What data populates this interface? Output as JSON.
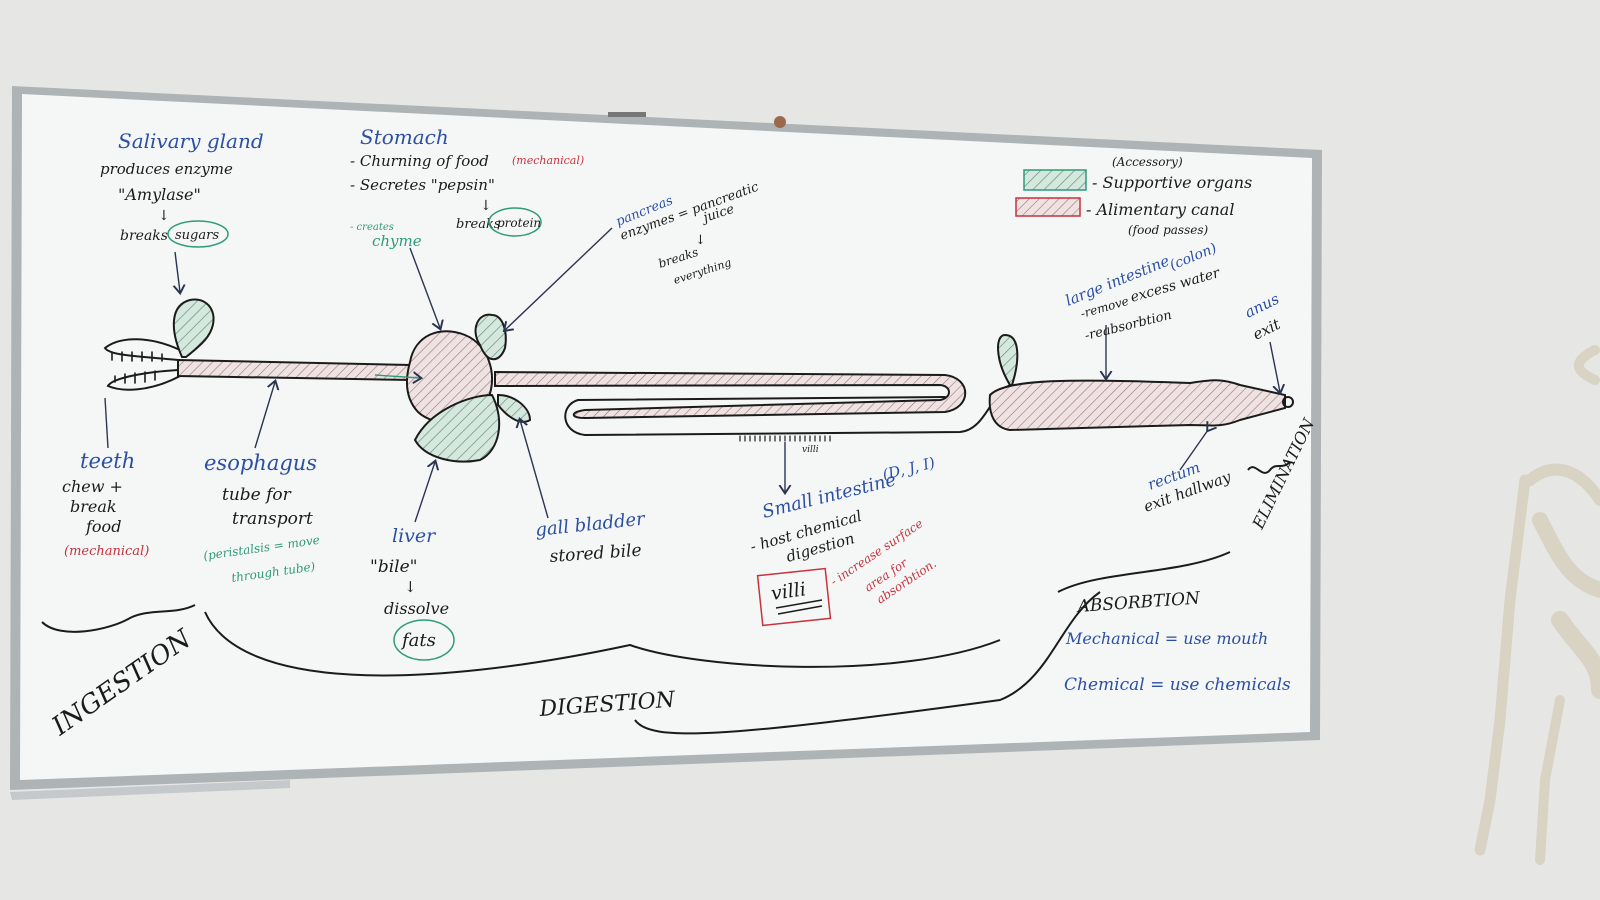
{
  "colors": {
    "wall": "#e4e4e2",
    "board": "#f6f8f8",
    "frame": "#b9bdbf",
    "ink_black": "#1b1b1b",
    "ink_blue": "#2b4fa3",
    "ink_green": "#2f9a7a",
    "ink_red": "#c8323c",
    "accessory_fill": "#b8d8c8",
    "canal_fill": "#e9c9c9"
  },
  "legend": {
    "accessory": "(Accessory)",
    "supportive": "- Supportive organs",
    "alimentary": "- Alimentary canal",
    "food_passes": "(food passes)"
  },
  "salivary": {
    "title": "Salivary gland",
    "line1": "produces enzyme",
    "line2": "\"Amylase\"",
    "arrow": "↓",
    "breaks": "breaks",
    "sugars": "sugars"
  },
  "stomach": {
    "title": "Stomach",
    "line1": "- Churning of food",
    "mechanical": "(mechanical)",
    "line2": "- Secretes \"pepsin\"",
    "arrow": "↓",
    "breaks": "breaks",
    "protein": "protein",
    "creates": "- creates",
    "chyme": "chyme"
  },
  "pancreas": {
    "title": "pancreas",
    "line1": "enzymes = pancreatic",
    "line2": "juice",
    "arrow": "↓",
    "line3": "breaks",
    "line4": "everything"
  },
  "teeth": {
    "title": "teeth",
    "line1": "chew +",
    "line2": "break",
    "line3": "food",
    "mechanical": "(mechanical)"
  },
  "esophagus": {
    "title": "esophagus",
    "line1": "tube for",
    "line2": "transport",
    "note1": "(peristalsis = move",
    "note2": "through tube)"
  },
  "liver": {
    "title": "liver",
    "bile": "\"bile\"",
    "arrow": "↓",
    "dissolve": "dissolve",
    "fats": "fats"
  },
  "gall": {
    "title": "gall bladder",
    "line1": "stored bile"
  },
  "small": {
    "title": "Small intestine",
    "parts": "(D, J, I)",
    "line1": "- host chemical",
    "line2": "digestion",
    "villi": "villi",
    "villi_small": "villi",
    "note1": "- increase surface",
    "note2": "area for",
    "note3": "absorbtion."
  },
  "large": {
    "title": "large intestine",
    "colon": "(colon)",
    "line1": "-remove",
    "line1b": "excess water",
    "line2": "-reabsorbtion"
  },
  "anus": {
    "title": "anus",
    "line1": "exit"
  },
  "rectum": {
    "title": "rectum",
    "line1": "exit hallway"
  },
  "phases": {
    "ingestion": "INGESTION",
    "digestion": "DIGESTION",
    "absorption": "ABSORBTION",
    "elimination": "ELIMINATION"
  },
  "absorption": {
    "mechanical": "Mechanical = use mouth",
    "chemical": "Chemical = use chemicals"
  }
}
